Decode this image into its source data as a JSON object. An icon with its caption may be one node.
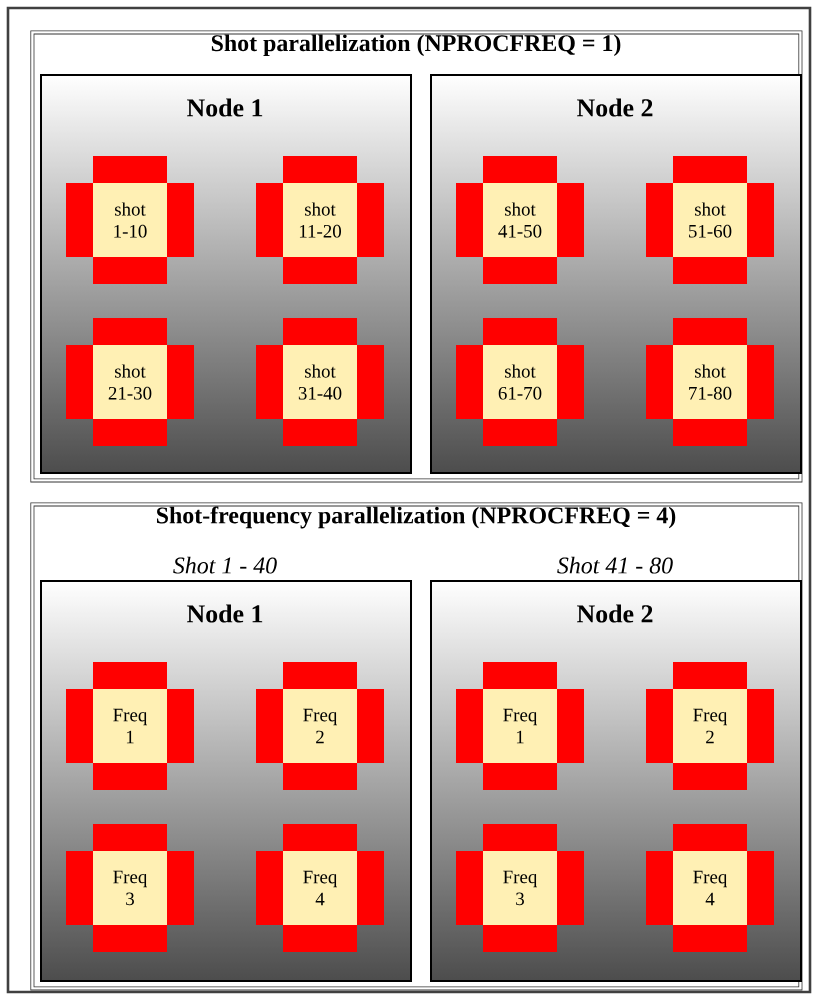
{
  "diagram": {
    "nodes": [
      {
        "text": [
          "Shot parallelization (NPROCFREQ = 1)"
        ]
      },
      {
        "text": [
          "Node 1"
        ],
        "in": 0
      },
      {
        "text": [
          "shot 1-10"
        ],
        "in": 1
      },
      {
        "text": [
          "shot 11-20"
        ],
        "in": 1
      },
      {
        "text": [
          "shot 21-30"
        ],
        "in": 1
      },
      {
        "text": [
          "shot 31-40"
        ],
        "in": 1
      },
      {
        "text": [
          "Node 2"
        ],
        "in": 0
      },
      {
        "text": [
          "shot 41-50"
        ],
        "in": 6
      },
      {
        "text": [
          "shot 51-60"
        ],
        "in": 6
      },
      {
        "text": [
          "shot 61-70"
        ],
        "in": 6
      },
      {
        "text": [
          "shot 71-80"
        ],
        "in": 6
      },
      {
        "text": [
          "Shot-frequency parallelization (NPROCFREQ = 4)"
        ]
      },
      {
        "text": [
          "Node 1"
        ],
        "in": 11,
        "beside": [
          "Shot 1 - 40"
        ]
      },
      {
        "text": [
          "Freq 1"
        ],
        "in": 12
      },
      {
        "text": [
          "Freq 2"
        ],
        "in": 12
      },
      {
        "text": [
          "Freq 3"
        ],
        "in": 12
      },
      {
        "text": [
          "Freq 4"
        ],
        "in": 12
      },
      {
        "text": [
          "Node 2"
        ],
        "in": 11,
        "beside": [
          "Shot 41 - 80"
        ]
      },
      {
        "text": [
          "Freq 1"
        ],
        "in": 17
      },
      {
        "text": [
          "Freq 2"
        ],
        "in": 17
      },
      {
        "text": [
          "Freq 3"
        ],
        "in": 17
      },
      {
        "text": [
          "Freq 4"
        ],
        "in": 17
      }
    ]
  }
}
